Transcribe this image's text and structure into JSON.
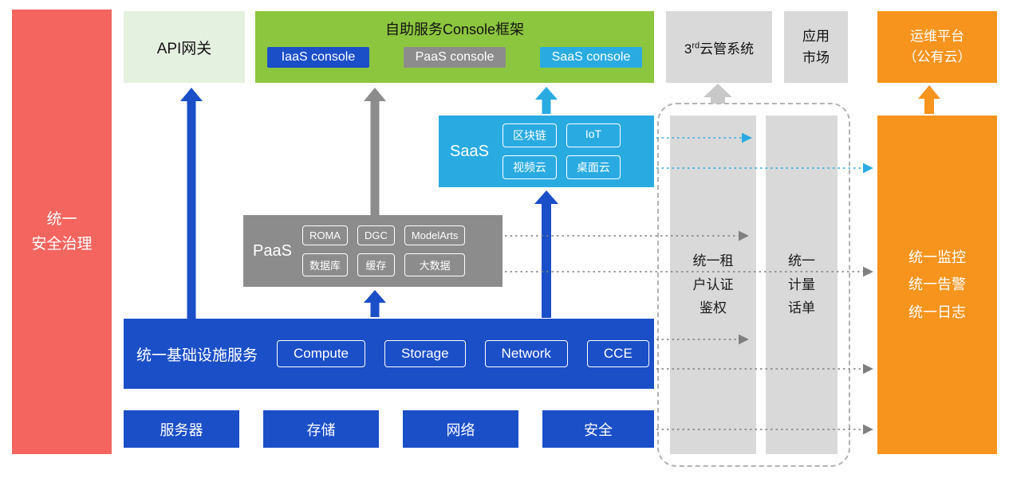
{
  "colors": {
    "red": "#F4655F",
    "pale_green": "#E5F1E0",
    "green": "#8CC63F",
    "blue": "#1B4FC8",
    "gray": "#8C8C8C",
    "cyan": "#29ABE2",
    "bar_gray": "#D9D9D9",
    "orange": "#F7941E",
    "arrow_light_gray": "#C8C8C8",
    "dotted_gray": "#7F7F7F"
  },
  "security_bar": {
    "label": "统一\n安全治理"
  },
  "api_gateway": {
    "label": "API网关"
  },
  "console_framework": {
    "title": "自助服务Console框架",
    "buttons": [
      {
        "label": "IaaS console"
      },
      {
        "label": "PaaS console"
      },
      {
        "label": "SaaS console"
      }
    ]
  },
  "third_party_cloud": {
    "num": "3",
    "sup": "rd",
    "name": "云管系统"
  },
  "app_market": {
    "label": "应用\n市场"
  },
  "om_platform": {
    "label": "运维平台\n（公有云）"
  },
  "saas": {
    "label": "SaaS",
    "chips": [
      "区块链",
      "IoT",
      "视频云",
      "桌面云"
    ]
  },
  "paas": {
    "label": "PaaS",
    "chips": [
      "ROMA",
      "DGC",
      "ModelArts",
      "数据库",
      "缓存",
      "大数据"
    ]
  },
  "iaas": {
    "label": "统一基础设施服务",
    "chips": [
      "Compute",
      "Storage",
      "Network",
      "CCE"
    ]
  },
  "resources": [
    "服务器",
    "存储",
    "网络",
    "安全"
  ],
  "auth_bar": {
    "label": "统一租\n户认证\n鉴权"
  },
  "metering_bar": {
    "label": "统一\n计量\n话单"
  },
  "monitoring": {
    "label": "统一监控\n统一告警\n统一日志"
  }
}
